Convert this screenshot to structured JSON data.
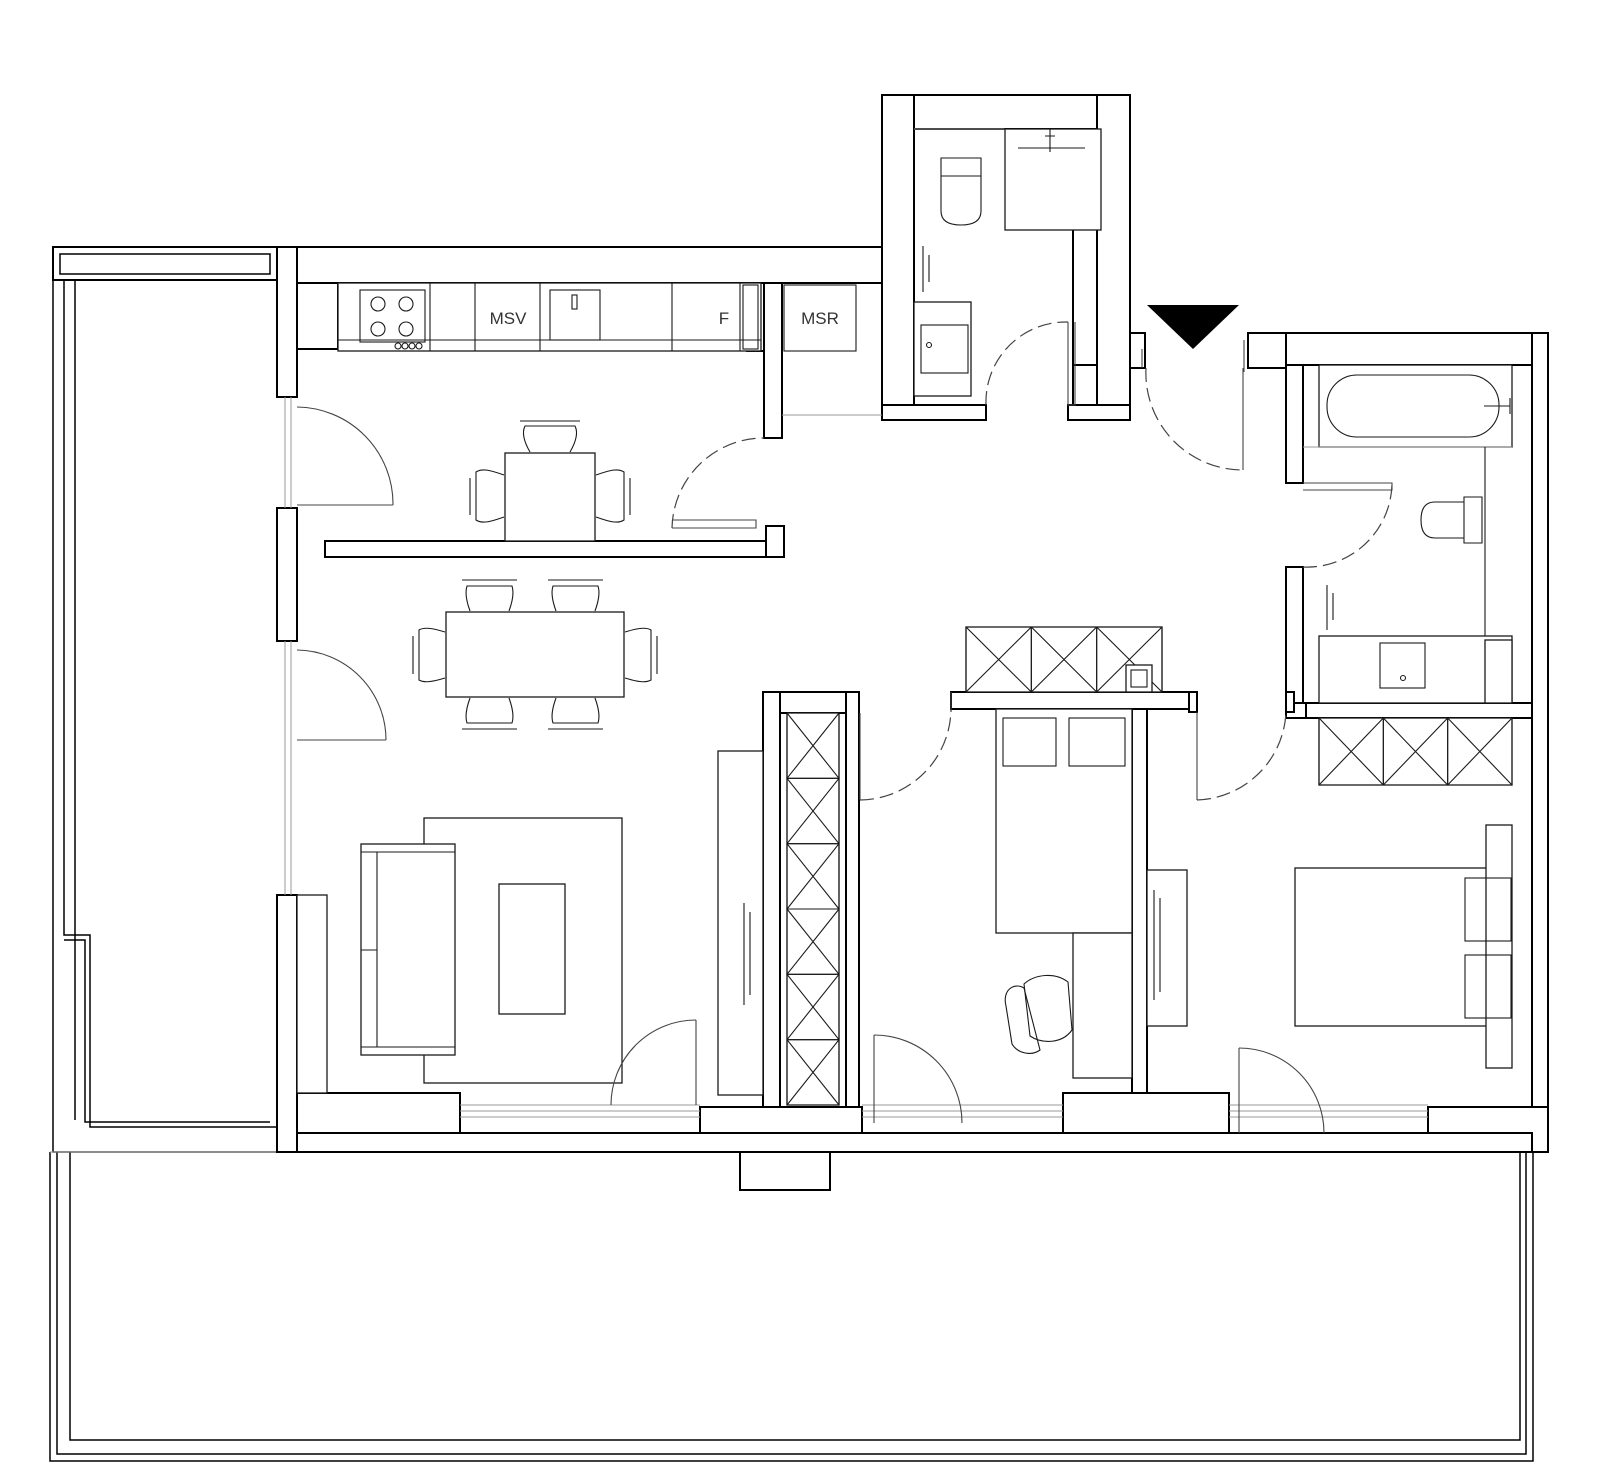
{
  "plan": {
    "labels": {
      "msv": "MSV",
      "f": "F",
      "msr": "MSR"
    },
    "colors": {
      "ink": "#000000",
      "paper": "#ffffff",
      "entrance_marker": "#000000"
    },
    "icons": [
      "entrance-arrow-icon",
      "cooktop-icon",
      "sink-icon",
      "toilet-icon",
      "bathtub-icon",
      "shower-icon",
      "chair-icon",
      "office-chair-icon"
    ]
  }
}
